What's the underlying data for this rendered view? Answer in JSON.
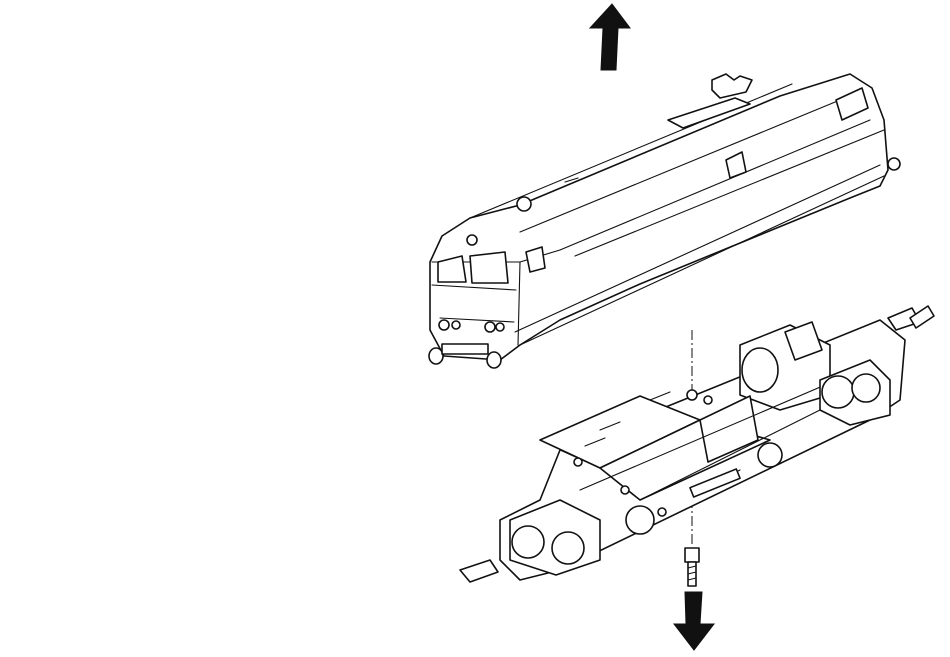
{
  "diagram": {
    "kind": "exploded-assembly-illustration",
    "parts": [
      "locomotive-body-shell",
      "chassis",
      "mounting-screw"
    ],
    "arrows": [
      "lift-body-up",
      "remove-screw-down"
    ],
    "colors": {
      "ink": "#111111",
      "paper": "#ffffff"
    }
  }
}
